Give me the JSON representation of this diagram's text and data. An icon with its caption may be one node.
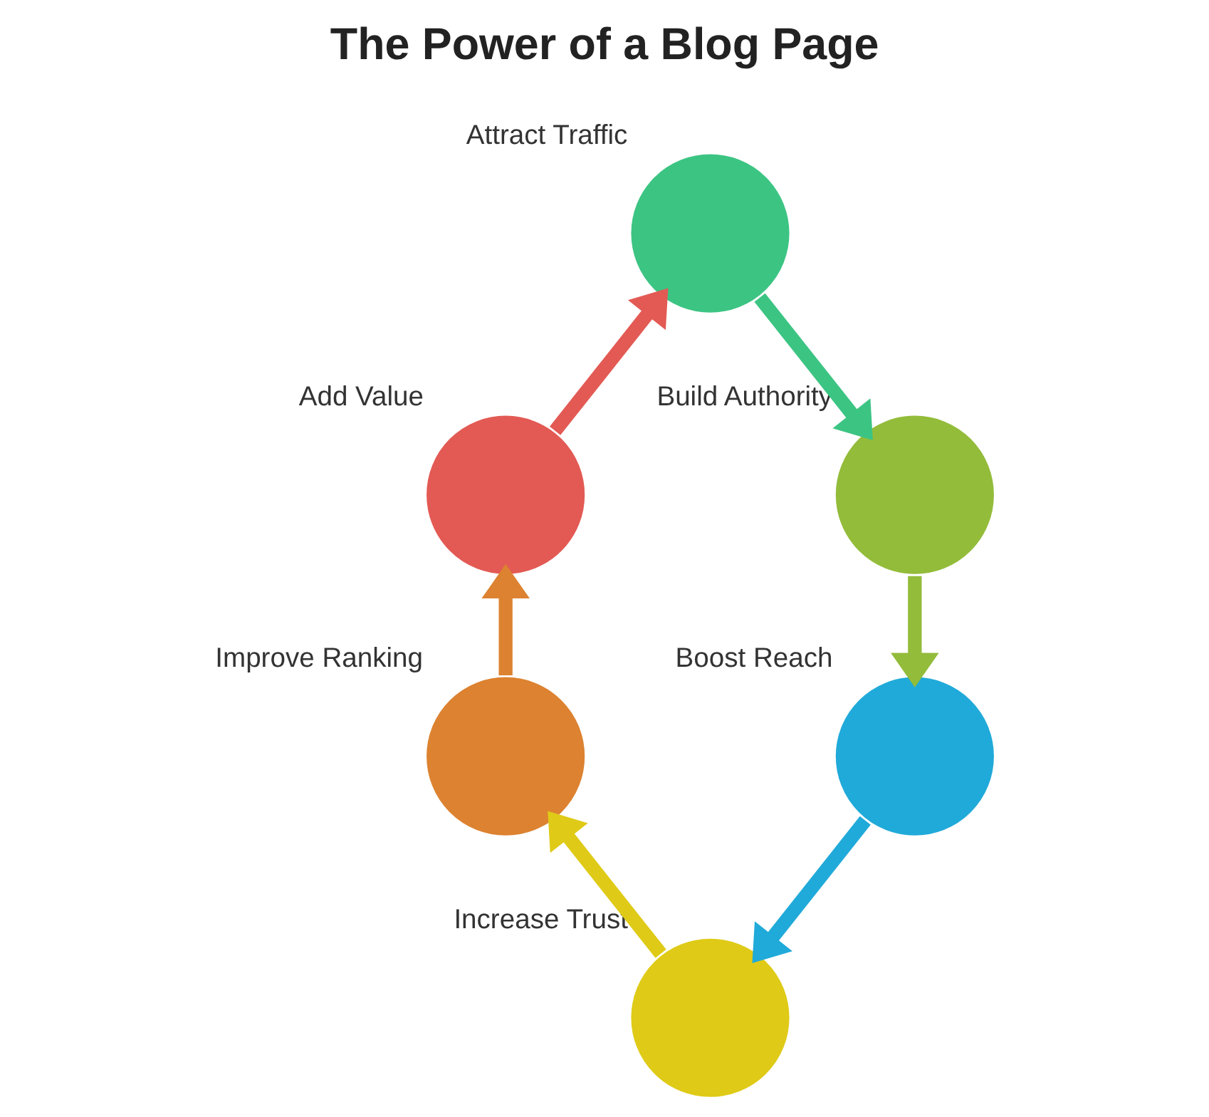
{
  "diagram": {
    "title": "The Power of a Blog Page",
    "nodes": [
      {
        "text": [
          "Attract Traffic"
        ]
      },
      {
        "text": [
          "Build Authority"
        ]
      },
      {
        "text": [
          "Boost Reach"
        ]
      },
      {
        "text": [
          "Increase Trust"
        ]
      },
      {
        "text": [
          "Improve Ranking"
        ]
      },
      {
        "text": [
          "Add Value"
        ]
      }
    ],
    "edges": [
      {
        "from": 0,
        "to": 1,
        "arrow": "to",
        "color": "#3cc483"
      },
      {
        "from": 1,
        "to": 2,
        "arrow": "to",
        "color": "#93bc3a"
      },
      {
        "from": 2,
        "to": 3,
        "arrow": "to",
        "color": "#20aad9"
      },
      {
        "from": 3,
        "to": 4,
        "arrow": "to",
        "color": "#dfca17"
      },
      {
        "from": 4,
        "to": 5,
        "arrow": "to",
        "color": "#dc8230"
      },
      {
        "from": 5,
        "to": 0,
        "arrow": "to",
        "color": "#e35a54"
      }
    ]
  }
}
